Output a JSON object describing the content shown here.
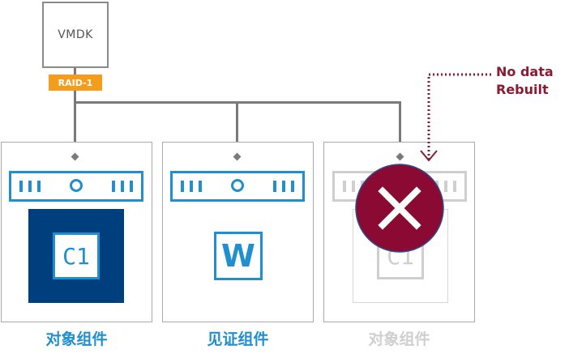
{
  "disk": {
    "label": "VMDK"
  },
  "policy": {
    "label": "RAID-1"
  },
  "hosts": [
    {
      "component": "C1",
      "caption": "对象组件",
      "state": "active"
    },
    {
      "component": "W",
      "caption": "见证组件",
      "state": "active"
    },
    {
      "component": "C1",
      "caption": "对象组件",
      "state": "failed"
    }
  ],
  "annotation": {
    "line1": "No data",
    "line2": "Rebuilt"
  },
  "colors": {
    "accent_blue": "#1f8fd0",
    "navy": "#003f7d",
    "raid_orange": "#f39c1d",
    "failure_red": "#8b0a33",
    "faded_gray": "#cfcfcf",
    "connector_gray": "#7a7a7a"
  },
  "icons": {
    "failure": "x-mark-icon"
  }
}
